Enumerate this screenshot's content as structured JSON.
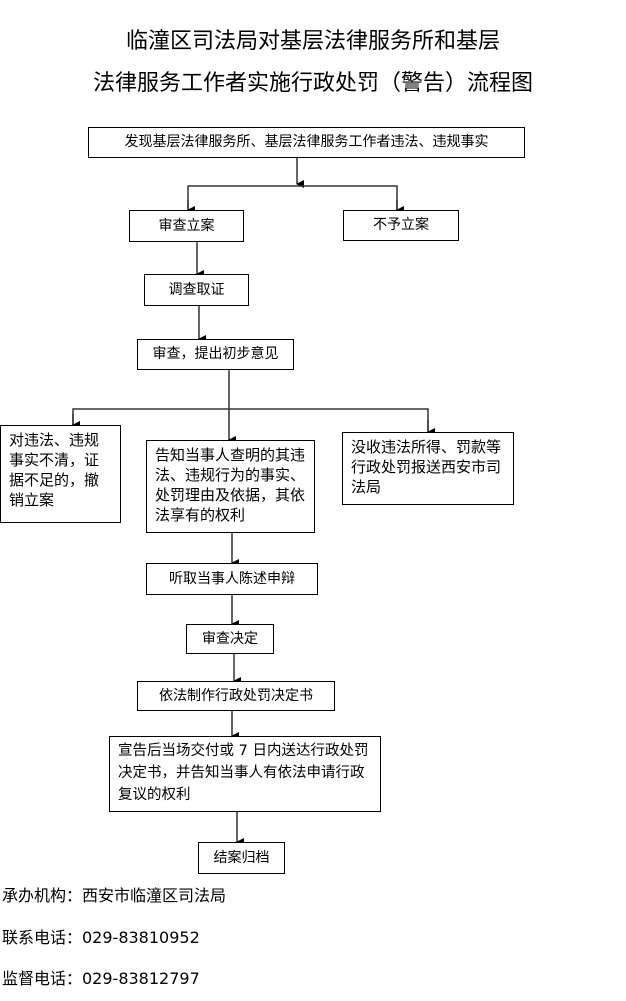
{
  "title": {
    "line1": "临潼区司法局对基层法律服务所和基层",
    "line2": "法律服务工作者实施行政处罚（警告）流程图"
  },
  "nodes": {
    "discover": "发现基层法律服务所、基层法律服务工作者违法、违规事实",
    "file_case": "审查立案",
    "no_case": "不予立案",
    "investigate": "调查取证",
    "review_opinion": "审查，提出初步意见",
    "revoke": "对违法、违规事实不清，证据不足的，撤销立案",
    "notify": "告知当事人查明的其违法、违规行为的事实、处罚理由及依据，其依法享有的权利",
    "confiscate": "没收违法所得、罚款等行政处罚报送西安市司法局",
    "hearing": "听取当事人陈述申辩",
    "decide": "审查决定",
    "make_decision": "依法制作行政处罚决定书",
    "deliver": "宣告后当场交付或 7 日内送达行政处罚决定书，并告知当事人有依法申请行政复议的权利",
    "archive": "结案归档"
  },
  "footer": {
    "agency": "承办机构：西安市临潼区司法局",
    "contact_phone": "联系电话：029-83810952",
    "supervise_phone": "监督电话：029-83812797"
  }
}
